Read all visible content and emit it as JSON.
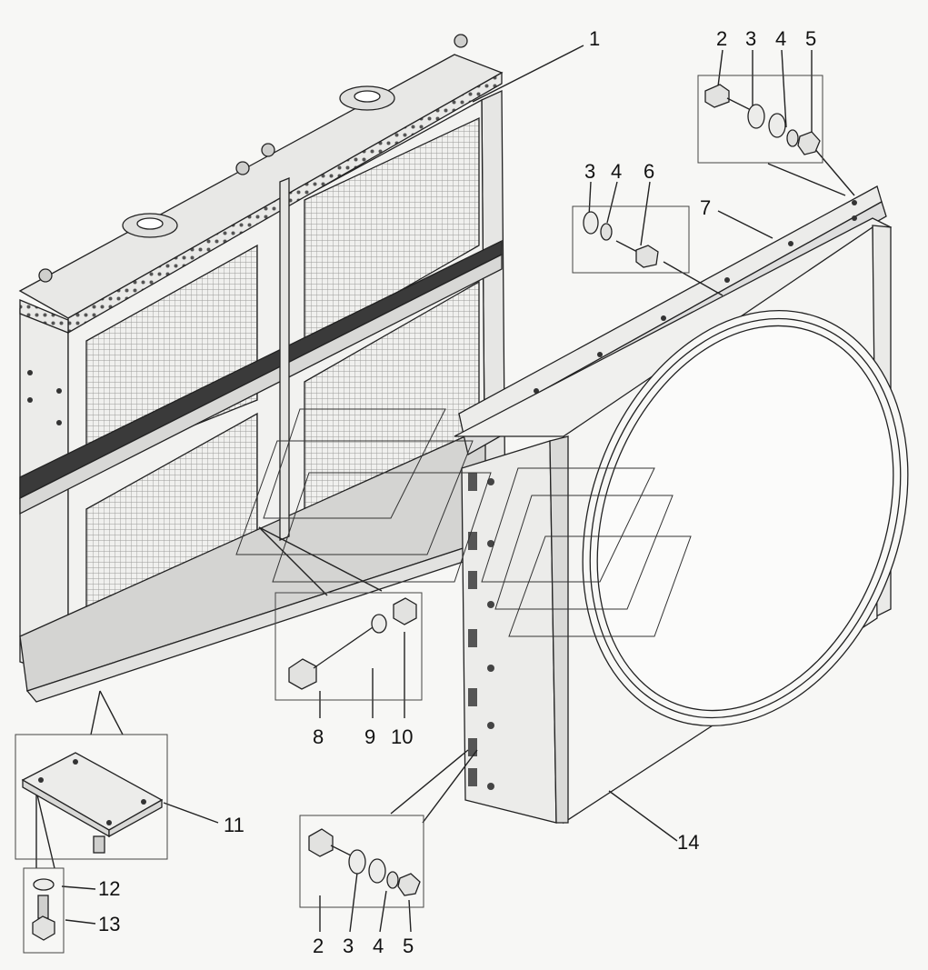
{
  "diagram": {
    "callouts": {
      "c1": "1",
      "top_box": [
        "2",
        "3",
        "4",
        "5"
      ],
      "mid_box": [
        "3",
        "4",
        "6"
      ],
      "c7": "7",
      "lower_box": [
        "8",
        "9",
        "10"
      ],
      "c11": "11",
      "c12": "12",
      "c13": "13",
      "c14": "14",
      "bottom_box": [
        "2",
        "3",
        "4",
        "5"
      ]
    }
  }
}
